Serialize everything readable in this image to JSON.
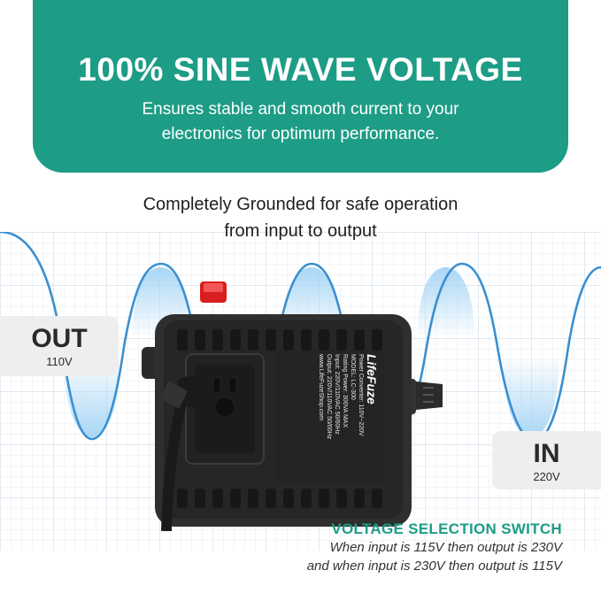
{
  "banner": {
    "title": "100% SINE WAVE VOLTAGE",
    "subtitle_line1": "Ensures stable and smooth current to your",
    "subtitle_line2": "electronics for optimum performance."
  },
  "subheading": {
    "line1": "Completely Grounded for safe operation",
    "line2": "from input to output"
  },
  "out_label": {
    "title": "OUT",
    "voltage": "110V"
  },
  "in_label": {
    "title": "IN",
    "voltage": "220V"
  },
  "note": {
    "title": "VOLTAGE SELECTION SWITCH",
    "line1": "When input is 115V then output is 230V",
    "line2": "and when input is 230V then output is 115V"
  },
  "device": {
    "brand": "LifeFuze",
    "spec_lines": [
      "Power Converter: 110V~220V",
      "MODEL: LC-300",
      "Rating Power: 300VA MAX",
      "Input: 220V/110VAC 50/60Hz",
      "Output: 220V/110VAC 50/60Hz",
      "www.LifeFuzeShop.com"
    ]
  },
  "colors": {
    "accent": "#1d9c86",
    "wave": "#3a8fd0",
    "device": "#2b2b2b",
    "switch": "#d81e1e"
  }
}
